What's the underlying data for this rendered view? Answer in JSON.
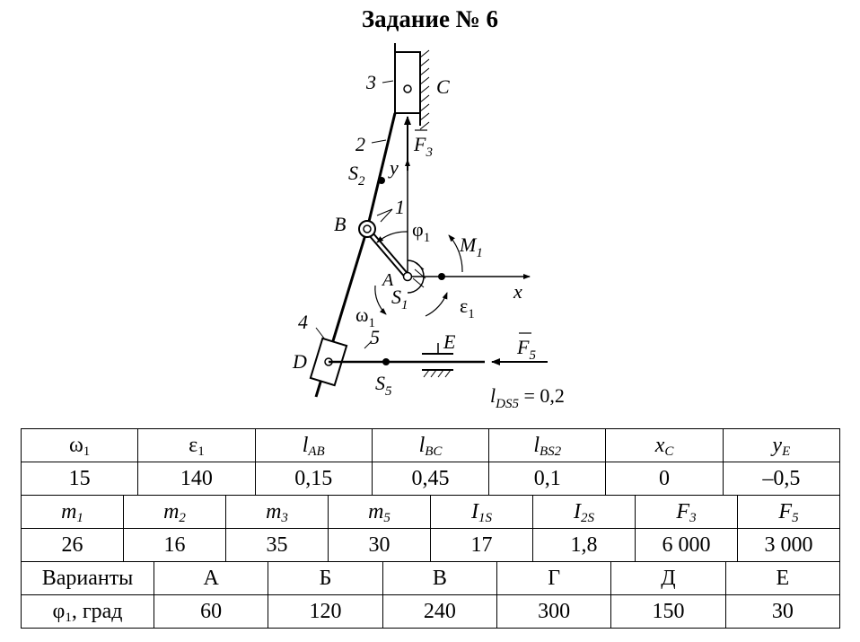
{
  "title": "Задание № 6",
  "diagram": {
    "labels": {
      "link3": "3",
      "pointC": "C",
      "link2": "2",
      "force3": "F",
      "force3_sub": "3",
      "axis_y": "y",
      "pointS2": "S",
      "pointS2_sub": "2",
      "link1": "1",
      "pointB": "B",
      "phi1": "φ",
      "phi1_sub": "1",
      "moment": "M",
      "moment_sub": "1",
      "pointA": "A",
      "pointS1": "S",
      "pointS1_sub": "1",
      "axis_x": "x",
      "omega": "ω",
      "omega_sub": "1",
      "epsilon": "ε",
      "epsilon_sub": "1",
      "link4": "4",
      "link5": "5",
      "pointE": "E",
      "force5": "F",
      "force5_sub": "5",
      "pointD": "D",
      "pointS5": "S",
      "pointS5_sub": "5",
      "lds5_l": "l",
      "lds5_sub": "DS5",
      "lds5_value": " = 0,2"
    }
  },
  "table1": {
    "headers": [
      "ω",
      "ε",
      "l",
      "l",
      "l",
      "x",
      "y"
    ],
    "header_subs": [
      "1",
      "1",
      "AB",
      "BC",
      "BS2",
      "C",
      "E"
    ],
    "values": [
      "15",
      "140",
      "0,15",
      "0,45",
      "0,1",
      "0",
      "–0,5"
    ]
  },
  "table2": {
    "headers": [
      "m",
      "m",
      "m",
      "m",
      "I",
      "I",
      "F",
      "F"
    ],
    "header_subs": [
      "1",
      "2",
      "3",
      "5",
      "1S",
      "2S",
      "3",
      "5"
    ],
    "values": [
      "26",
      "16",
      "35",
      "30",
      "17",
      "1,8",
      "6 000",
      "3 000"
    ]
  },
  "table3": {
    "row_label": "Варианты",
    "variants": [
      "А",
      "Б",
      "В",
      "Г",
      "Д",
      "Е"
    ],
    "angle_label": "φ",
    "angle_sub": "1",
    "angle_unit": ", град",
    "angles": [
      "60",
      "120",
      "240",
      "300",
      "150",
      "30"
    ]
  }
}
